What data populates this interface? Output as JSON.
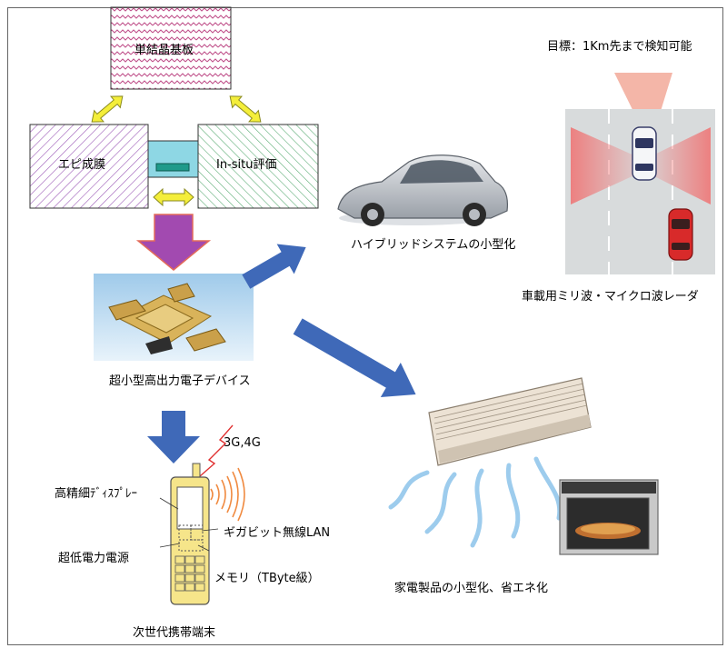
{
  "fabrication": {
    "substrate": "単結晶基板",
    "epi": "エピ成膜",
    "insitu": "In-situ評価"
  },
  "device": {
    "caption": "超小型高出力電子デバイス"
  },
  "applications": {
    "hybrid": "ハイブリッドシステムの小型化",
    "radar_goal": "目標：1Km先まで検知可能",
    "radar": "車載用ミリ波・マイクロ波レーダ",
    "appliances": "家電製品の小型化、省エネ化"
  },
  "phone": {
    "network": "3G,4G",
    "display": "高精細ﾃﾞｨｽﾌﾟﾚｰ",
    "wireless": "ギガビット無線LAN",
    "power": "超低電力電源",
    "memory": "メモリ（TByte級）",
    "caption": "次世代携帯端末"
  },
  "colors": {
    "pink": "#c0508a",
    "purple": "#9b59b6",
    "green": "#5fae78",
    "cyan": "#8ed7e4",
    "yellow": "#f4ee3a",
    "blue": "#3f69b8",
    "radar_red": "#f07070"
  }
}
